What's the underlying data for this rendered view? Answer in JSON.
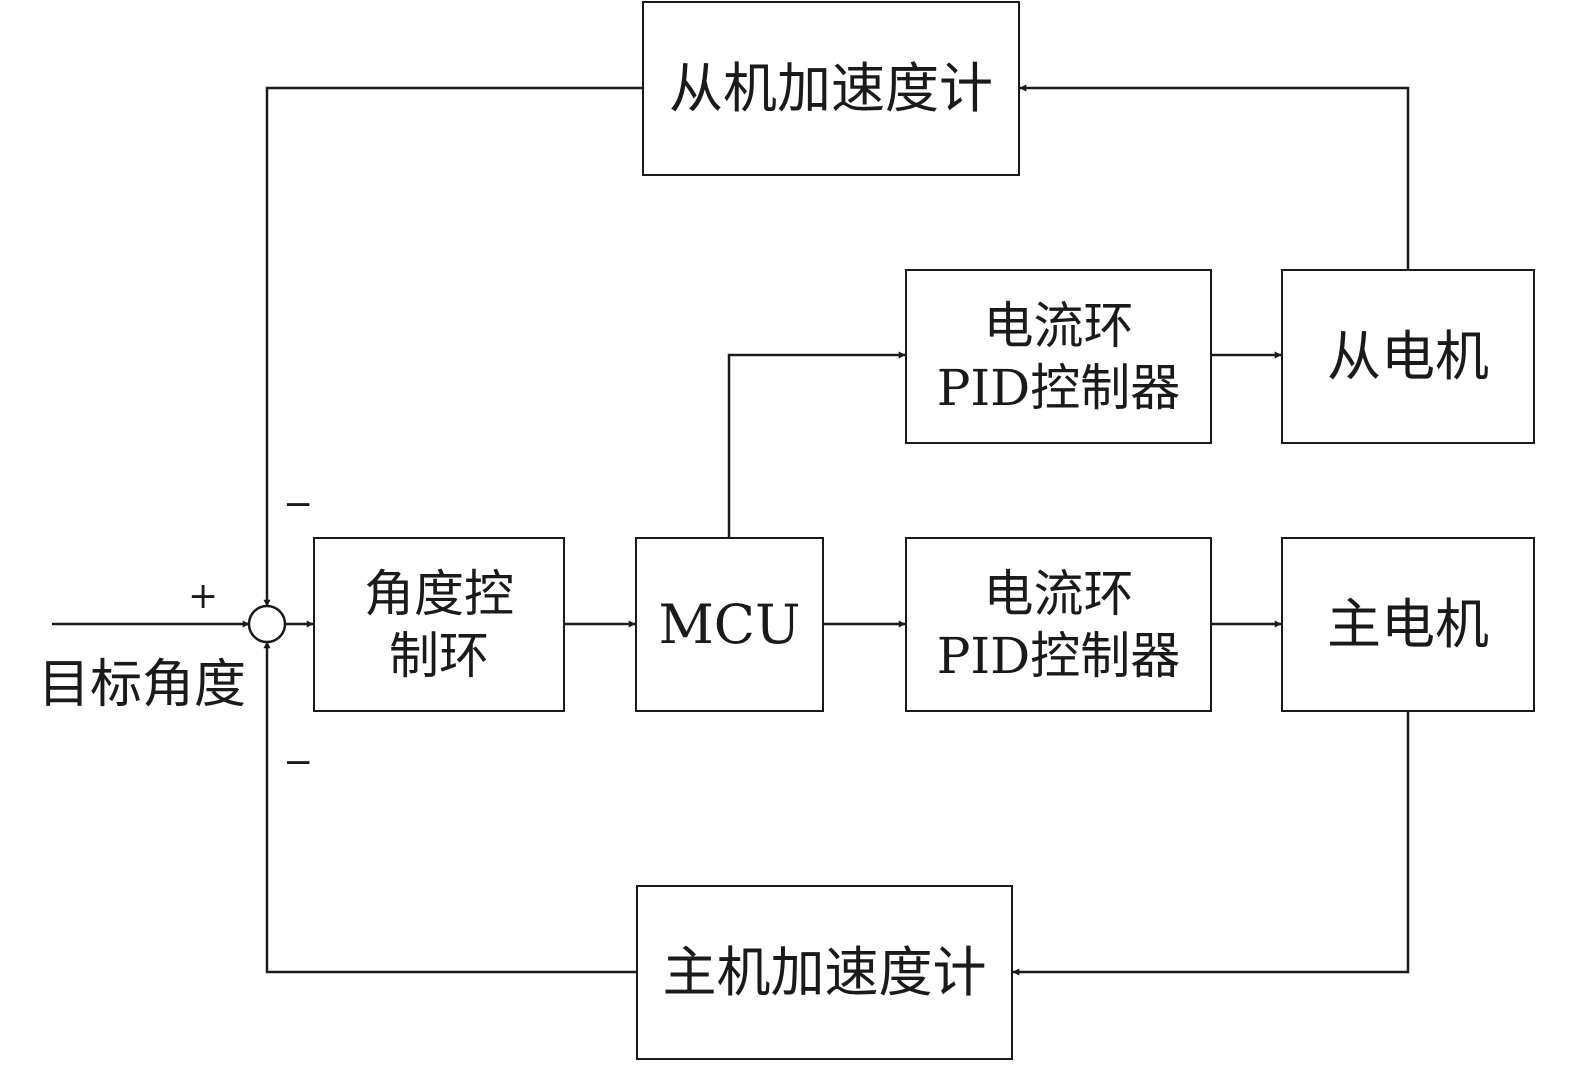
{
  "blocks": {
    "slave_accelerometer": "从机加速度计",
    "current_pid_top": {
      "line1": "电流环",
      "line2": "PID控制器"
    },
    "slave_motor": "从电机",
    "angle_loop": {
      "line1": "角度控",
      "line2": "制环"
    },
    "mcu": "MCU",
    "current_pid_bottom": {
      "line1": "电流环",
      "line2": "PID控制器"
    },
    "master_motor": "主电机",
    "master_accelerometer": "主机加速度计"
  },
  "signals": {
    "input_label": "目标角度",
    "plus_sign": "+",
    "minus_top": "−",
    "minus_bottom": "−"
  },
  "colors": {
    "stroke": "#1a1a1a",
    "background": "#ffffff"
  }
}
